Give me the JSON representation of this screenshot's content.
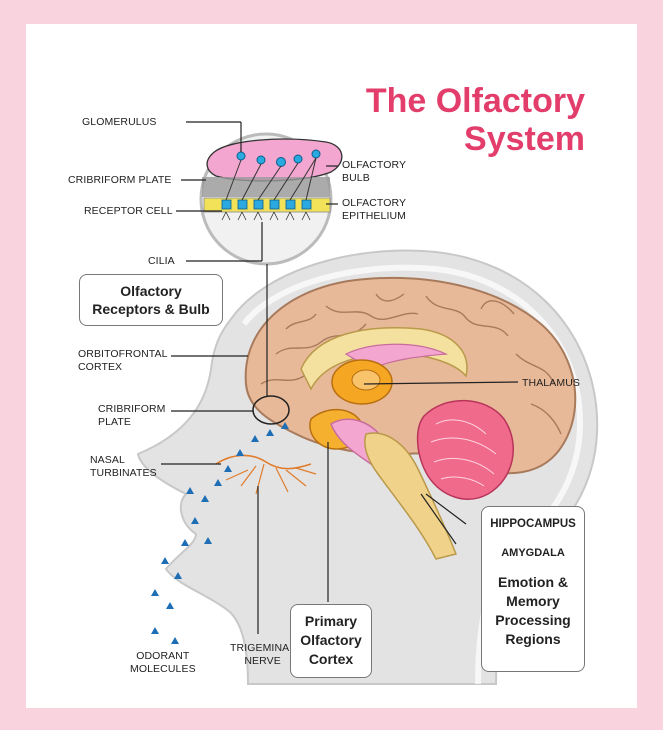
{
  "title": {
    "line1": "The Olfactory",
    "line2": "System"
  },
  "labels": {
    "glomerulus": "GLOMERULUS",
    "cribriform_plate_top": "CRIBRIFORM PLATE",
    "receptor_cell": "RECEPTOR CELL",
    "cilia": "CILIA",
    "olfactory_bulb": [
      "OLFACTORY",
      "BULB"
    ],
    "olfactory_epithelium": [
      "OLFACTORY",
      "EPITHELIUM"
    ],
    "orbitofrontal_cortex": [
      "ORBITOFRONTAL",
      "CORTEX"
    ],
    "cribriform_plate": [
      "CRIBRIFORM",
      "PLATE"
    ],
    "nasal_turbinates": [
      "NASAL",
      "TURBINATES"
    ],
    "odorant_molecules": [
      "ODORANT",
      "MOLECULES"
    ],
    "trigeminal_nerve": [
      "TRIGEMINAL",
      "NERVE"
    ],
    "thalamus": "THALAMUS"
  },
  "boxes": {
    "receptors_bulb": [
      "Olfactory",
      "Receptors & Bulb"
    ],
    "primary_cortex": [
      "Primary",
      "Olfactory",
      "Cortex"
    ],
    "emotion_memory": {
      "hippocampus": "HIPPOCAMPUS",
      "amygdala": "AMYGDALA",
      "region": [
        "Emotion &",
        "Memory",
        "Processing",
        "Regions"
      ]
    }
  },
  "colors": {
    "background_border": "#f9d3dd",
    "title": "#e33e6b",
    "brain": "#e8b998",
    "brain_outline": "#a87a5c",
    "head": "#e3e3e3",
    "bulb": "#f3a6cf",
    "epithelium": "#f2e25a",
    "glomerulus": "#2aa8e0",
    "cortex_orange": "#f5a623",
    "cerebellum": "#f06a8c",
    "molecule": "#1e6eb5"
  }
}
